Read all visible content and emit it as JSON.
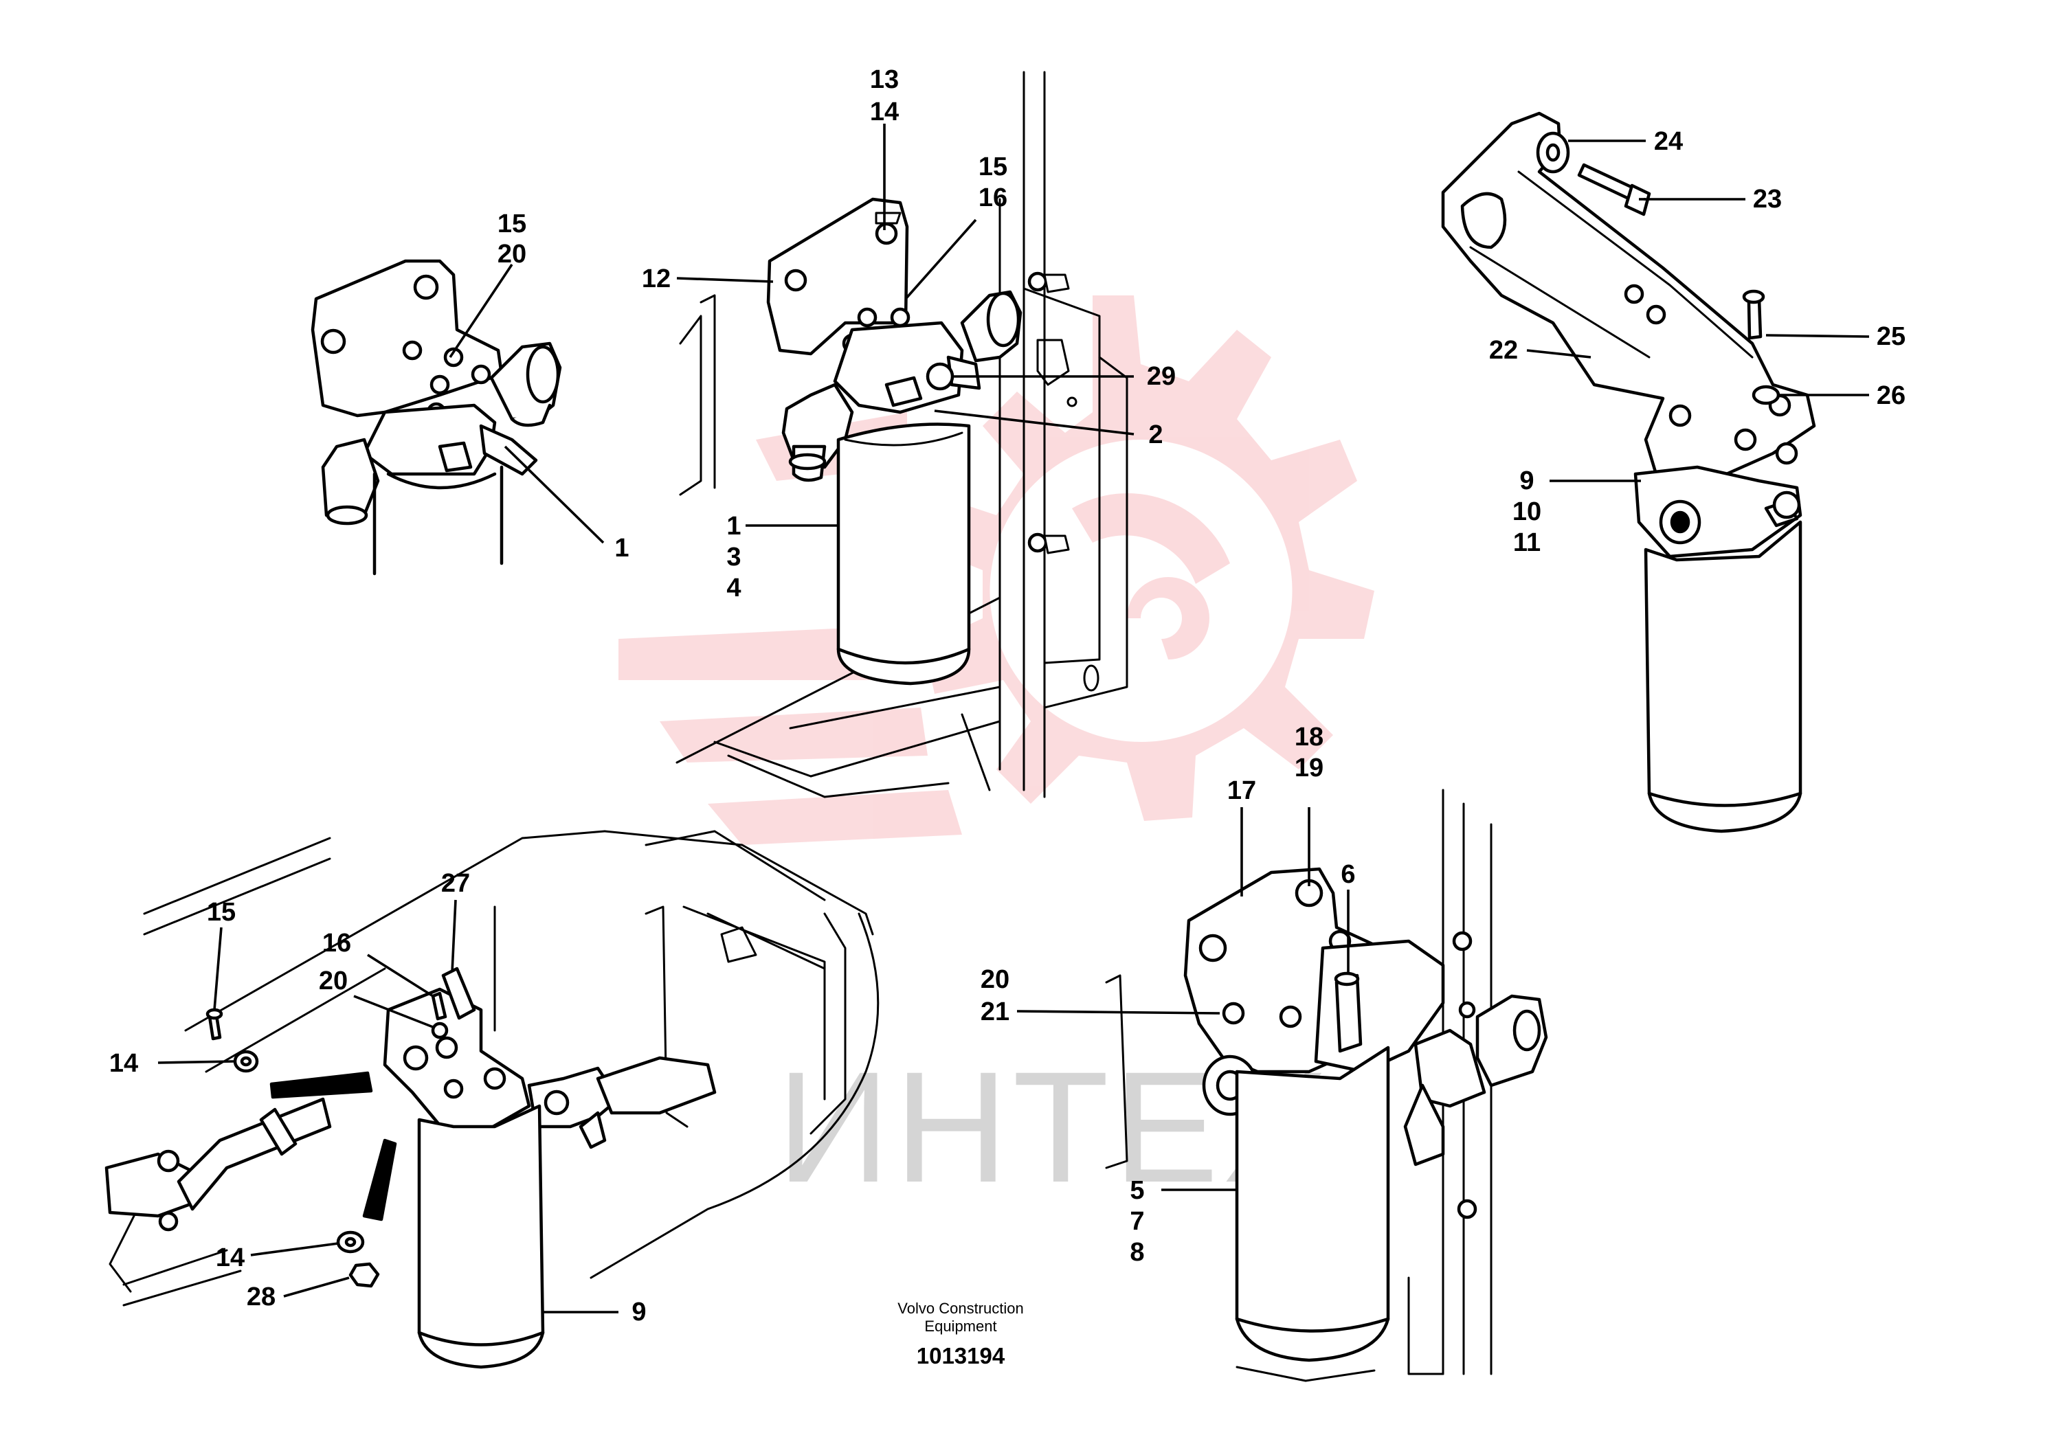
{
  "colors": {
    "watermark_logo": "#e8323c",
    "watermark_text": "#c8c8c8",
    "line": "#000000"
  },
  "watermark": {
    "text": "ИНТЕХ"
  },
  "caption": {
    "line1": "Volvo Construction",
    "line2": "Equipment",
    "drawing_number": "1013194"
  },
  "callouts": {
    "tl_15": "15",
    "tl_20": "20",
    "tl_1": "1",
    "tc_13": "13",
    "tc_14": "14",
    "tc_15": "15",
    "tc_16": "16",
    "tc_12": "12",
    "tc_29": "29",
    "tc_2": "2",
    "tc_1": "1",
    "tc_3": "3",
    "tc_4": "4",
    "tr_24": "24",
    "tr_23": "23",
    "tr_25": "25",
    "tr_22": "22",
    "tr_26": "26",
    "tr_9": "9",
    "tr_10": "10",
    "tr_11": "11",
    "br_18": "18",
    "br_19": "19",
    "br_17": "17",
    "br_6": "6",
    "br_20": "20",
    "br_21": "21",
    "br_5": "5",
    "br_7": "7",
    "br_8": "8",
    "bl_15": "15",
    "bl_27": "27",
    "bl_16": "16",
    "bl_20": "20",
    "bl_14a": "14",
    "bl_14b": "14",
    "bl_28": "28",
    "bl_9": "9"
  }
}
